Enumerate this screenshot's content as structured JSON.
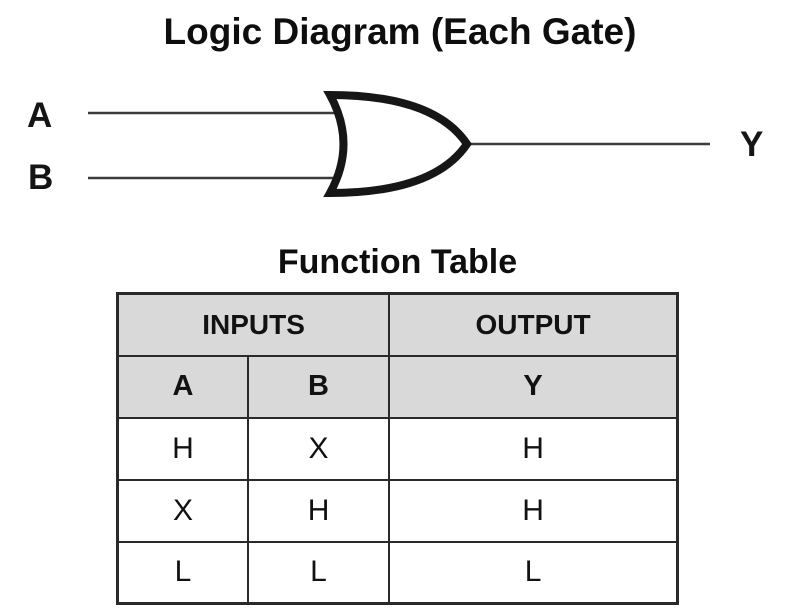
{
  "diagram": {
    "title": "Logic Diagram (Each Gate)",
    "gate_type": "OR",
    "input_labels": [
      "A",
      "B"
    ],
    "output_label": "Y"
  },
  "function_table": {
    "title": "Function Table",
    "group_headers": {
      "inputs": "INPUTS",
      "output": "OUTPUT"
    },
    "col_headers": {
      "a": "A",
      "b": "B",
      "y": "Y"
    },
    "rows": [
      {
        "a": "H",
        "b": "X",
        "y": "H"
      },
      {
        "a": "X",
        "b": "H",
        "y": "H"
      },
      {
        "a": "L",
        "b": "L",
        "y": "L"
      }
    ]
  },
  "colors": {
    "header_bg": "#d9d9d9",
    "table_border": "#2a2a2a",
    "gate_stroke": "#161616",
    "wire": "#3c3c3c",
    "text": "#0e0e0e",
    "background": "#ffffff"
  }
}
